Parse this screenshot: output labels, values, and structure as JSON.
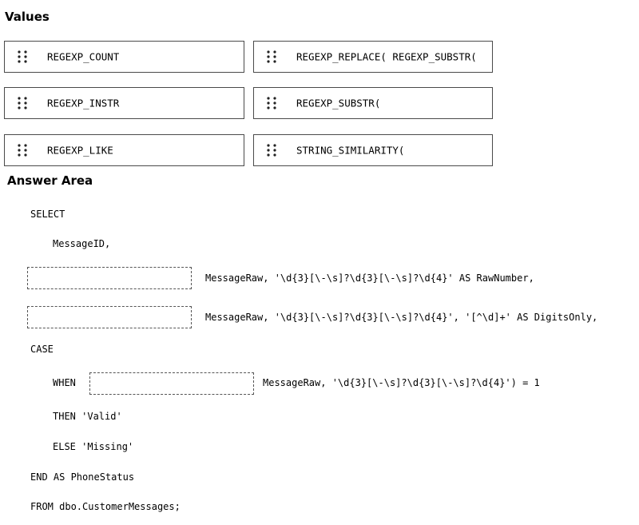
{
  "values_heading": "Values",
  "answer_heading": "Answer Area",
  "values": [
    "REGEXP_COUNT",
    "REGEXP_REPLACE( REGEXP_SUBSTR(",
    "REGEXP_INSTR",
    "REGEXP_SUBSTR(",
    "REGEXP_LIKE",
    "STRING_SIMILARITY("
  ],
  "icons": {
    "drag_handle": "grip-dots-icon"
  },
  "code": {
    "select": "SELECT",
    "message_id": "MessageID,",
    "line_raw_number": "MessageRaw, '\\d{3}[\\-\\s]?\\d{3}[\\-\\s]?\\d{4}' AS RawNumber,",
    "line_digits_only": "MessageRaw, '\\d{3}[\\-\\s]?\\d{3}[\\-\\s]?\\d{4}', '[^\\d]+' AS DigitsOnly,",
    "case": "CASE",
    "when": "WHEN",
    "line_when_tail": "MessageRaw, '\\d{3}[\\-\\s]?\\d{3}[\\-\\s]?\\d{4}') = 1",
    "then": "THEN 'Valid'",
    "else": "ELSE 'Missing'",
    "end": "END AS PhoneStatus",
    "from": "FROM dbo.CustomerMessages;"
  }
}
